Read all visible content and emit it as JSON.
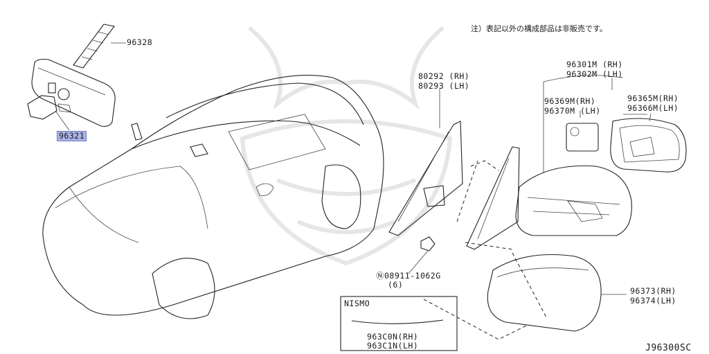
{
  "note_text": "注）表記以外の構成部品は非販売です。",
  "diagram_code": "J96300SC",
  "parts": {
    "p96328": "96328",
    "p96321": "96321",
    "p80292": "80292 (RH)",
    "p80293": "80293 (LH)",
    "p96301": "96301M (RH)",
    "p96302": "96302M (LH)",
    "p96369": "96369M(RH)",
    "p96370": "96370M (LH)",
    "p96365": "96365M(RH)",
    "p96366": "96366M(LH)",
    "p08911": "Ⓝ08911-1062G",
    "p08911_qty": "(6)",
    "p96373": "96373(RH)",
    "p96374": "96374(LH)",
    "nismo": "NISMO",
    "p963c0": "963C0N(RH)",
    "p963c1": "963C1N(LH)"
  },
  "colors": {
    "highlight": "#aab4e6",
    "line": "#222222",
    "watermark": "#e6e6e6"
  }
}
